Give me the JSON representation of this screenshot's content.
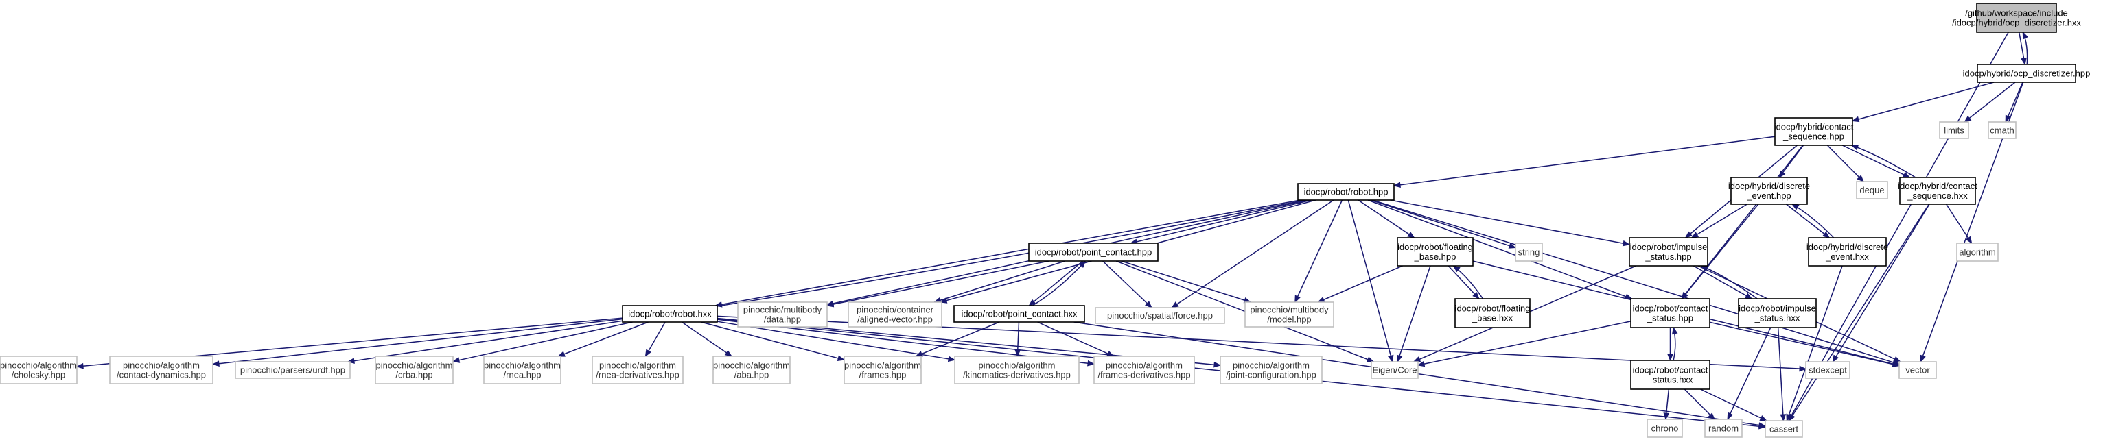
{
  "colors": {
    "edge": "#191970",
    "root_fill": "#bfbfbf",
    "node_border": "#000000",
    "external_border": "#bfbfbf"
  },
  "nodes": [
    {
      "id": "root",
      "lines": [
        "/github/workspace/include",
        "/idocp/hybrid/ocp_discretizer.hxx"
      ],
      "kind": "root"
    },
    {
      "id": "ocp_hpp",
      "lines": [
        "idocp/hybrid/ocp_discretizer.hpp"
      ],
      "kind": "local"
    },
    {
      "id": "limits",
      "lines": [
        "limits"
      ],
      "kind": "external"
    },
    {
      "id": "cmath",
      "lines": [
        "cmath"
      ],
      "kind": "external"
    },
    {
      "id": "cs_hpp",
      "lines": [
        "idocp/hybrid/contact",
        "_sequence.hpp"
      ],
      "kind": "local"
    },
    {
      "id": "deque",
      "lines": [
        "deque"
      ],
      "kind": "external"
    },
    {
      "id": "cs_hxx",
      "lines": [
        "idocp/hybrid/contact",
        "_sequence.hxx"
      ],
      "kind": "local"
    },
    {
      "id": "de_hpp",
      "lines": [
        "idocp/hybrid/discrete",
        "_event.hpp"
      ],
      "kind": "local"
    },
    {
      "id": "robot_hpp",
      "lines": [
        "idocp/robot/robot.hpp"
      ],
      "kind": "local"
    },
    {
      "id": "algorithm",
      "lines": [
        "algorithm"
      ],
      "kind": "external"
    },
    {
      "id": "de_hxx",
      "lines": [
        "idocp/hybrid/discrete",
        "_event.hxx"
      ],
      "kind": "local"
    },
    {
      "id": "pc_hpp",
      "lines": [
        "idocp/robot/point_contact.hpp"
      ],
      "kind": "local"
    },
    {
      "id": "fb_hpp",
      "lines": [
        "idocp/robot/floating",
        "_base.hpp"
      ],
      "kind": "local"
    },
    {
      "id": "string",
      "lines": [
        "string"
      ],
      "kind": "external"
    },
    {
      "id": "is_hpp",
      "lines": [
        "idocp/robot/impulse",
        "_status.hpp"
      ],
      "kind": "local"
    },
    {
      "id": "robot_hxx",
      "lines": [
        "idocp/robot/robot.hxx"
      ],
      "kind": "local"
    },
    {
      "id": "pin_data",
      "lines": [
        "pinocchio/multibody",
        "/data.hpp"
      ],
      "kind": "external"
    },
    {
      "id": "pin_av",
      "lines": [
        "pinocchio/container",
        "/aligned-vector.hpp"
      ],
      "kind": "external"
    },
    {
      "id": "pc_hxx",
      "lines": [
        "idocp/robot/point_contact.hxx"
      ],
      "kind": "local"
    },
    {
      "id": "pin_force",
      "lines": [
        "pinocchio/spatial/force.hpp"
      ],
      "kind": "external"
    },
    {
      "id": "pin_model",
      "lines": [
        "pinocchio/multibody",
        "/model.hpp"
      ],
      "kind": "external"
    },
    {
      "id": "fb_hxx",
      "lines": [
        "idocp/robot/floating",
        "_base.hxx"
      ],
      "kind": "local"
    },
    {
      "id": "cst_hpp",
      "lines": [
        "idocp/robot/contact",
        "_status.hpp"
      ],
      "kind": "local"
    },
    {
      "id": "is_hxx",
      "lines": [
        "idocp/robot/impulse",
        "_status.hxx"
      ],
      "kind": "local"
    },
    {
      "id": "pin_chol",
      "lines": [
        "pinocchio/algorithm",
        "/cholesky.hpp"
      ],
      "kind": "external"
    },
    {
      "id": "pin_cd",
      "lines": [
        "pinocchio/algorithm",
        "/contact-dynamics.hpp"
      ],
      "kind": "external"
    },
    {
      "id": "pin_urdf",
      "lines": [
        "pinocchio/parsers/urdf.hpp"
      ],
      "kind": "external"
    },
    {
      "id": "pin_crba",
      "lines": [
        "pinocchio/algorithm",
        "/crba.hpp"
      ],
      "kind": "external"
    },
    {
      "id": "pin_rnea",
      "lines": [
        "pinocchio/algorithm",
        "/rnea.hpp"
      ],
      "kind": "external"
    },
    {
      "id": "pin_rnead",
      "lines": [
        "pinocchio/algorithm",
        "/rnea-derivatives.hpp"
      ],
      "kind": "external"
    },
    {
      "id": "pin_aba",
      "lines": [
        "pinocchio/algorithm",
        "/aba.hpp"
      ],
      "kind": "external"
    },
    {
      "id": "pin_frames",
      "lines": [
        "pinocchio/algorithm",
        "/frames.hpp"
      ],
      "kind": "external"
    },
    {
      "id": "pin_kd",
      "lines": [
        "pinocchio/algorithm",
        "/kinematics-derivatives.hpp"
      ],
      "kind": "external"
    },
    {
      "id": "pin_fd",
      "lines": [
        "pinocchio/algorithm",
        "/frames-derivatives.hpp"
      ],
      "kind": "external"
    },
    {
      "id": "pin_jc",
      "lines": [
        "pinocchio/algorithm",
        "/joint-configuration.hpp"
      ],
      "kind": "external"
    },
    {
      "id": "eigen",
      "lines": [
        "Eigen/Core"
      ],
      "kind": "external"
    },
    {
      "id": "stdexcept",
      "lines": [
        "stdexcept"
      ],
      "kind": "external"
    },
    {
      "id": "vector",
      "lines": [
        "vector"
      ],
      "kind": "external"
    },
    {
      "id": "cst_hxx",
      "lines": [
        "idocp/robot/contact",
        "_status.hxx"
      ],
      "kind": "local"
    },
    {
      "id": "chrono",
      "lines": [
        "chrono"
      ],
      "kind": "external"
    },
    {
      "id": "random",
      "lines": [
        "random"
      ],
      "kind": "external"
    },
    {
      "id": "cassert",
      "lines": [
        "cassert"
      ],
      "kind": "external"
    }
  ],
  "edges": [
    [
      "root",
      "ocp_hpp"
    ],
    [
      "ocp_hpp",
      "root"
    ],
    [
      "root",
      "cassert"
    ],
    [
      "ocp_hpp",
      "limits"
    ],
    [
      "ocp_hpp",
      "cmath"
    ],
    [
      "ocp_hpp",
      "cs_hpp"
    ],
    [
      "ocp_hpp",
      "vector"
    ],
    [
      "cs_hpp",
      "deque"
    ],
    [
      "cs_hpp",
      "cs_hxx"
    ],
    [
      "cs_hxx",
      "cs_hpp"
    ],
    [
      "cs_hpp",
      "robot_hpp"
    ],
    [
      "cs_hpp",
      "de_hpp"
    ],
    [
      "cs_hpp",
      "is_hpp"
    ],
    [
      "cs_hpp",
      "cst_hpp"
    ],
    [
      "cs_hxx",
      "algorithm"
    ],
    [
      "cs_hxx",
      "stdexcept"
    ],
    [
      "cs_hxx",
      "cassert"
    ],
    [
      "de_hpp",
      "de_hxx"
    ],
    [
      "de_hxx",
      "de_hpp"
    ],
    [
      "de_hpp",
      "is_hpp"
    ],
    [
      "de_hpp",
      "cst_hpp"
    ],
    [
      "de_hxx",
      "cassert"
    ],
    [
      "robot_hpp",
      "pc_hpp"
    ],
    [
      "robot_hpp",
      "fb_hpp"
    ],
    [
      "robot_hpp",
      "string"
    ],
    [
      "robot_hpp",
      "is_hpp"
    ],
    [
      "robot_hpp",
      "cst_hpp"
    ],
    [
      "robot_hpp",
      "robot_hxx"
    ],
    [
      "robot_hxx",
      "robot_hpp"
    ],
    [
      "robot_hpp",
      "pin_data"
    ],
    [
      "robot_hpp",
      "pin_av"
    ],
    [
      "robot_hpp",
      "pin_force"
    ],
    [
      "robot_hpp",
      "pin_model"
    ],
    [
      "robot_hpp",
      "eigen"
    ],
    [
      "robot_hpp",
      "vector"
    ],
    [
      "pc_hpp",
      "pc_hxx"
    ],
    [
      "pc_hxx",
      "pc_hpp"
    ],
    [
      "pc_hpp",
      "pin_data"
    ],
    [
      "pc_hpp",
      "pin_av"
    ],
    [
      "pc_hpp",
      "pin_force"
    ],
    [
      "pc_hpp",
      "pin_model"
    ],
    [
      "pc_hpp",
      "eigen"
    ],
    [
      "fb_hpp",
      "fb_hxx"
    ],
    [
      "fb_hxx",
      "fb_hpp"
    ],
    [
      "fb_hpp",
      "pin_model"
    ],
    [
      "fb_hpp",
      "eigen"
    ],
    [
      "fb_hpp",
      "vector"
    ],
    [
      "is_hpp",
      "is_hxx"
    ],
    [
      "is_hxx",
      "is_hpp"
    ],
    [
      "is_hpp",
      "eigen"
    ],
    [
      "is_hpp",
      "vector"
    ],
    [
      "is_hxx",
      "random"
    ],
    [
      "is_hxx",
      "cassert"
    ],
    [
      "cst_hpp",
      "cst_hxx"
    ],
    [
      "cst_hxx",
      "cst_hpp"
    ],
    [
      "cst_hpp",
      "eigen"
    ],
    [
      "cst_hpp",
      "vector"
    ],
    [
      "cst_hxx",
      "chrono"
    ],
    [
      "cst_hxx",
      "random"
    ],
    [
      "cst_hxx",
      "cassert"
    ],
    [
      "pc_hxx",
      "pin_frames"
    ],
    [
      "pc_hxx",
      "pin_kd"
    ],
    [
      "pc_hxx",
      "pin_fd"
    ],
    [
      "pc_hxx",
      "cassert"
    ],
    [
      "robot_hxx",
      "pin_chol"
    ],
    [
      "robot_hxx",
      "pin_cd"
    ],
    [
      "robot_hxx",
      "pin_urdf"
    ],
    [
      "robot_hxx",
      "pin_crba"
    ],
    [
      "robot_hxx",
      "pin_rnea"
    ],
    [
      "robot_hxx",
      "pin_rnead"
    ],
    [
      "robot_hxx",
      "pin_aba"
    ],
    [
      "robot_hxx",
      "pin_frames"
    ],
    [
      "robot_hxx",
      "pin_kd"
    ],
    [
      "robot_hxx",
      "pin_fd"
    ],
    [
      "robot_hxx",
      "pin_jc"
    ],
    [
      "robot_hxx",
      "stdexcept"
    ],
    [
      "robot_hxx",
      "cassert"
    ]
  ]
}
